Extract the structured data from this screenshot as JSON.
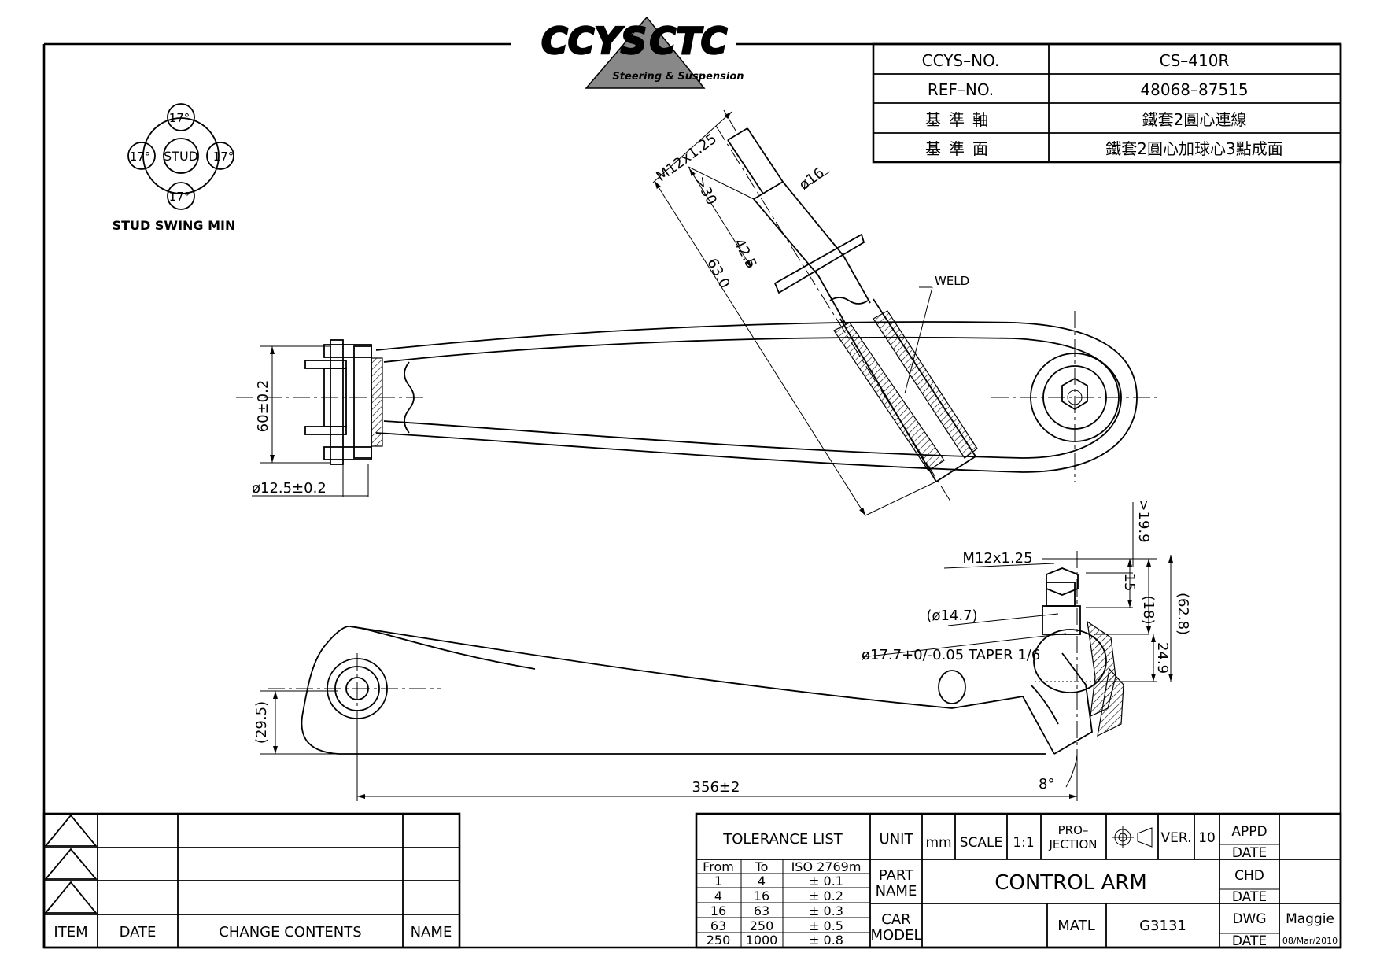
{
  "logo": {
    "left": "CCYS",
    "right": "CTC",
    "tagline": "Steering & Suspension"
  },
  "info": {
    "ccys_no_label": "CCYS–NO.",
    "ccys_no_value": "CS–410R",
    "ref_no_label": "REF–NO.",
    "ref_no_value": "48068–87515",
    "datum_axis_label": "基準軸",
    "datum_axis_value": "鐵套2圓心連線",
    "datum_plane_label": "基準面",
    "datum_plane_value": "鐵套2圓心加球心3點成面"
  },
  "stud_swing": {
    "center_label": "STUD",
    "top": "17°",
    "bottom": "17°",
    "left": "17°",
    "right": "17°",
    "caption": "STUD SWING MIN"
  },
  "labels": {
    "weld": "WELD"
  },
  "dimensions": {
    "d60": "60±0.2",
    "d12_5": "ø12.5±0.2",
    "m12_top": "M12x1.25",
    "phi16": "ø16",
    "d30": ">30",
    "d42_5": "42.5",
    "d63": "63.0",
    "d29_5": "(29.5)",
    "d356": "356±2",
    "d8deg": "8°",
    "d19_9": ">19.9",
    "d15": "15",
    "d18": "(18)",
    "d24_9": "24.9",
    "d62_8": "(62.8)",
    "m12_side": "M12x1.25",
    "phi14_7": "(ø14.7)",
    "taper": "ø17.7+0/-0.05 TAPER 1/6"
  },
  "revision": {
    "item": "ITEM",
    "date": "DATE",
    "change_contents": "CHANGE CONTENTS",
    "name": "NAME"
  },
  "title_block": {
    "tolerance_title": "TOLERANCE LIST",
    "tol_head": [
      "From",
      "To",
      "ISO 2769m"
    ],
    "tol_rows": [
      [
        "1",
        "4",
        "± 0.1"
      ],
      [
        "4",
        "16",
        "± 0.2"
      ],
      [
        "16",
        "63",
        "± 0.3"
      ],
      [
        "63",
        "250",
        "± 0.5"
      ],
      [
        "250",
        "1000",
        "± 0.8"
      ]
    ],
    "unit_label": "UNIT",
    "unit_value": "mm",
    "scale_label": "SCALE",
    "scale_value": "1:1",
    "projection_1": "PRO–",
    "projection_2": "JECTION",
    "ver_label": "VER.",
    "ver_value": "10",
    "appd": "APPD",
    "chd": "CHD",
    "dwg": "DWG",
    "date_label": "DATE",
    "part_1": "PART",
    "part_2": "NAME",
    "part_name": "CONTROL ARM",
    "car_1": "CAR",
    "car_2": "MODEL",
    "matl_label": "MATL",
    "matl_value": "G3131",
    "drawn_by": "Maggie",
    "drawn_date": "08/Mar/2010"
  }
}
